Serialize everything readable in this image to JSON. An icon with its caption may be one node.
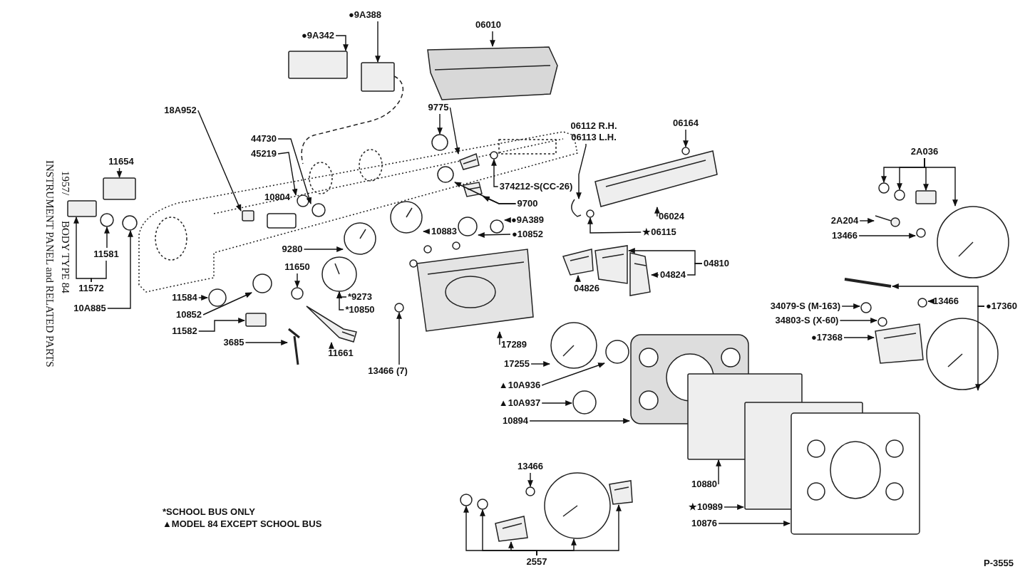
{
  "diagram": {
    "title": "INSTRUMENT PANEL and RELATED PARTS",
    "nodes": [
      {
        "text": [
          "●9A388"
        ]
      },
      {
        "text": [
          "●9A342"
        ]
      },
      {
        "text": [
          "06010"
        ]
      },
      {
        "text": [
          "18A952"
        ]
      },
      {
        "text": [
          "11654"
        ]
      },
      {
        "text": [
          "44730"
        ]
      },
      {
        "text": [
          "45219"
        ]
      },
      {
        "text": [
          "9775"
        ]
      },
      {
        "text": [
          "06112 R.H.",
          "06113 L.H."
        ]
      },
      {
        "text": [
          "06164"
        ]
      },
      {
        "text": [
          "374212-S(CC-26)"
        ]
      },
      {
        "text": [
          "10804"
        ]
      },
      {
        "text": [
          "9700"
        ]
      },
      {
        "text": [
          "●9A389"
        ]
      },
      {
        "text": [
          "●10852"
        ]
      },
      {
        "text": [
          "10883"
        ]
      },
      {
        "text": [
          "9280"
        ]
      },
      {
        "text": [
          "★06115"
        ]
      },
      {
        "text": [
          "06024"
        ]
      },
      {
        "text": [
          "2A036"
        ]
      },
      {
        "text": [
          "2A204"
        ]
      },
      {
        "text": [
          "13466"
        ]
      },
      {
        "text": [
          "04810"
        ]
      },
      {
        "text": [
          "04824"
        ]
      },
      {
        "text": [
          "04826"
        ]
      },
      {
        "text": [
          "11572"
        ]
      },
      {
        "text": [
          "11581"
        ]
      },
      {
        "text": [
          "10A885"
        ]
      },
      {
        "text": [
          "11584"
        ]
      },
      {
        "text": [
          "10852"
        ]
      },
      {
        "text": [
          "11650"
        ]
      },
      {
        "text": [
          "*9273"
        ]
      },
      {
        "text": [
          "*10850"
        ]
      },
      {
        "text": [
          "11582"
        ]
      },
      {
        "text": [
          "3685"
        ]
      },
      {
        "text": [
          "11661"
        ]
      },
      {
        "text": [
          "13466 (7)"
        ]
      },
      {
        "text": [
          "17289"
        ]
      },
      {
        "text": [
          "17255"
        ]
      },
      {
        "text": [
          "▲10A936"
        ]
      },
      {
        "text": [
          "▲10A937"
        ]
      },
      {
        "text": [
          "10894"
        ]
      },
      {
        "text": [
          "34079-S (M-163)"
        ]
      },
      {
        "text": [
          "34803-S (X-60)"
        ]
      },
      {
        "text": [
          "13466"
        ]
      },
      {
        "text": [
          "●17360"
        ]
      },
      {
        "text": [
          "●17368"
        ]
      },
      {
        "text": [
          "13466"
        ]
      },
      {
        "text": [
          "10880"
        ]
      },
      {
        "text": [
          "★10989"
        ]
      },
      {
        "text": [
          "10876"
        ]
      },
      {
        "text": [
          "2557"
        ]
      },
      {
        "text": [],
        "shape": "box"
      },
      {
        "text": [],
        "shape": "box"
      },
      {
        "text": [],
        "shape": "picture"
      },
      {
        "text": [],
        "shape": "box"
      },
      {
        "text": [],
        "shape": "box"
      },
      {
        "text": [],
        "shape": "circle"
      },
      {
        "text": [],
        "shape": "circle"
      },
      {
        "text": [],
        "shape": "circle"
      },
      {
        "text": [],
        "shape": "picture"
      },
      {
        "text": [],
        "shape": "picture"
      },
      {
        "text": [],
        "shape": "circle"
      },
      {
        "text": [],
        "shape": "circle"
      },
      {
        "text": [],
        "shape": "circle"
      },
      {
        "text": [],
        "shape": "picture"
      },
      {
        "text": [],
        "shape": "circle"
      },
      {
        "text": [],
        "shape": "circle"
      },
      {
        "text": [],
        "shape": "picture"
      },
      {
        "text": [],
        "shape": "picture"
      },
      {
        "text": [],
        "shape": "circle"
      },
      {
        "text": [],
        "shape": "picture"
      },
      {
        "text": [],
        "shape": "circle"
      },
      {
        "text": [],
        "shape": "circle"
      },
      {
        "text": [],
        "shape": "box"
      },
      {
        "text": [],
        "shape": "picture"
      },
      {
        "text": [],
        "shape": "picture"
      },
      {
        "text": [],
        "shape": "circle"
      },
      {
        "text": [],
        "shape": "picture"
      },
      {
        "text": [],
        "shape": "picture"
      },
      {
        "text": [],
        "shape": "picture"
      },
      {
        "text": [],
        "shape": "box"
      },
      {
        "text": [],
        "shape": "circle"
      },
      {
        "text": [],
        "shape": "circle"
      },
      {
        "text": [],
        "shape": "circle"
      },
      {
        "text": [],
        "shape": "circle"
      },
      {
        "text": [],
        "shape": "circle"
      },
      {
        "text": [],
        "shape": "picture"
      },
      {
        "text": [],
        "shape": "box"
      },
      {
        "text": [],
        "shape": "picture"
      },
      {
        "text": [],
        "shape": "picture"
      },
      {
        "text": [],
        "shape": "circle"
      },
      {
        "text": [],
        "shape": "picture"
      },
      {
        "text": [],
        "shape": "picture"
      },
      {
        "text": [],
        "shape": "circle"
      },
      {
        "text": [],
        "shape": "circle"
      },
      {
        "text": [],
        "shape": "picture"
      },
      {
        "text": [],
        "shape": "circle"
      },
      {
        "text": [],
        "shape": "circle"
      },
      {
        "text": [],
        "shape": "circle"
      },
      {
        "text": [],
        "shape": "picture"
      },
      {
        "text": [],
        "shape": "picture"
      },
      {
        "text": [],
        "shape": "picture"
      },
      {
        "text": [],
        "shape": "circle"
      },
      {
        "text": [],
        "shape": "box"
      },
      {
        "text": [],
        "shape": "box"
      },
      {
        "text": [],
        "shape": "picture"
      },
      {
        "text": [],
        "shape": "circle"
      },
      {
        "text": [],
        "shape": "circle"
      },
      {
        "text": [],
        "shape": "picture"
      },
      {
        "text": [],
        "shape": "picture"
      },
      {
        "text": [],
        "shape": "picture"
      }
    ],
    "edges": [
      {
        "from": 0,
        "to": 52,
        "arrow": "to"
      },
      {
        "from": 1,
        "to": 53,
        "arrow": "to"
      },
      {
        "from": 2,
        "to": 54,
        "arrow": "to"
      },
      {
        "from": 3,
        "to": 55,
        "arrow": "to"
      },
      {
        "from": 4,
        "to": 56,
        "arrow": "to"
      },
      {
        "from": 5,
        "to": 57,
        "arrow": "to"
      },
      {
        "from": 6,
        "to": 58,
        "arrow": "to"
      },
      {
        "from": 7,
        "to": 59,
        "arrow": "to"
      },
      {
        "from": 7,
        "to": 60,
        "arrow": "to"
      },
      {
        "from": 8,
        "to": 61,
        "arrow": "to"
      },
      {
        "from": 9,
        "to": 62,
        "arrow": "to"
      },
      {
        "from": 10,
        "to": 63,
        "arrow": "to"
      },
      {
        "from": 12,
        "to": 64,
        "arrow": "to"
      },
      {
        "from": 12,
        "to": 65,
        "arrow": "to"
      },
      {
        "from": 13,
        "to": 66,
        "arrow": "to"
      },
      {
        "from": 14,
        "to": 67,
        "arrow": "to"
      },
      {
        "from": 15,
        "to": 68,
        "arrow": "to"
      },
      {
        "from": 16,
        "to": 69,
        "arrow": "to"
      },
      {
        "from": 17,
        "to": 70,
        "arrow": "to"
      },
      {
        "from": 18,
        "to": 71,
        "arrow": "to"
      },
      {
        "from": 19,
        "to": 72,
        "arrow": "to"
      },
      {
        "from": 19,
        "to": 73,
        "arrow": "to"
      },
      {
        "from": 19,
        "to": 74,
        "arrow": "to"
      },
      {
        "from": 19,
        "to": 75,
        "arrow": "to"
      },
      {
        "from": 20,
        "to": 76,
        "arrow": "to"
      },
      {
        "from": 21,
        "to": 77,
        "arrow": "to"
      },
      {
        "from": 22,
        "to": 78,
        "arrow": "to"
      },
      {
        "from": 22,
        "to": 23,
        "arrow": "none"
      },
      {
        "from": 23,
        "to": 79,
        "arrow": "to"
      },
      {
        "from": 24,
        "to": 80,
        "arrow": "to"
      },
      {
        "from": 25,
        "to": 81,
        "arrow": "to"
      },
      {
        "from": 25,
        "to": 26,
        "arrow": "none"
      },
      {
        "from": 26,
        "to": 82,
        "arrow": "to"
      },
      {
        "from": 27,
        "to": 83,
        "arrow": "to"
      },
      {
        "from": 28,
        "to": 84,
        "arrow": "to"
      },
      {
        "from": 29,
        "to": 85,
        "arrow": "to"
      },
      {
        "from": 30,
        "to": 86,
        "arrow": "to"
      },
      {
        "from": 31,
        "to": 87,
        "arrow": "to"
      },
      {
        "from": 32,
        "to": 87,
        "arrow": "to"
      },
      {
        "from": 33,
        "to": 88,
        "arrow": "to"
      },
      {
        "from": 34,
        "to": 89,
        "arrow": "to"
      },
      {
        "from": 35,
        "to": 90,
        "arrow": "to"
      },
      {
        "from": 36,
        "to": 91,
        "arrow": "to"
      },
      {
        "from": 37,
        "to": 92,
        "arrow": "to"
      },
      {
        "from": 38,
        "to": 93,
        "arrow": "to"
      },
      {
        "from": 39,
        "to": 94,
        "arrow": "to"
      },
      {
        "from": 40,
        "to": 95,
        "arrow": "to"
      },
      {
        "from": 41,
        "to": 96,
        "arrow": "to"
      },
      {
        "from": 42,
        "to": 97,
        "arrow": "to"
      },
      {
        "from": 43,
        "to": 98,
        "arrow": "to"
      },
      {
        "from": 44,
        "to": 99,
        "arrow": "to"
      },
      {
        "from": 45,
        "to": 100,
        "arrow": "to"
      },
      {
        "from": 45,
        "to": 101,
        "arrow": "to"
      },
      {
        "from": 46,
        "to": 102,
        "arrow": "to"
      },
      {
        "from": 47,
        "to": 103,
        "arrow": "to"
      },
      {
        "from": 48,
        "to": 104,
        "arrow": "to"
      },
      {
        "from": 49,
        "to": 105,
        "arrow": "to"
      },
      {
        "from": 50,
        "to": 106,
        "arrow": "to"
      },
      {
        "from": 51,
        "to": 107,
        "arrow": "to"
      },
      {
        "from": 51,
        "to": 108,
        "arrow": "to"
      },
      {
        "from": 51,
        "to": 109,
        "arrow": "to"
      },
      {
        "from": 51,
        "to": 110,
        "arrow": "to"
      },
      {
        "from": 51,
        "to": 111,
        "arrow": "to"
      }
    ],
    "labels": [
      "1957/",
      "BODY TYPE 84",
      "*SCHOOL BUS ONLY",
      "▲MODEL 84 EXCEPT SCHOOL BUS",
      "P-3555"
    ]
  }
}
